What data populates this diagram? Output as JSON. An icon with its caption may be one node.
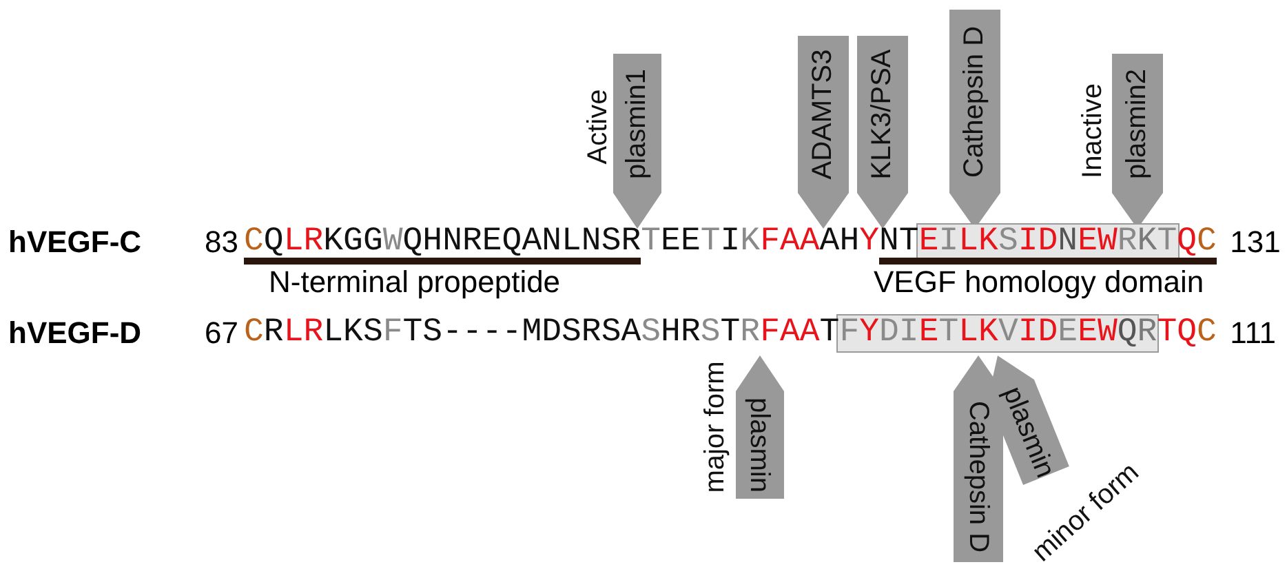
{
  "diagram": {
    "labels": [
      "Active",
      "plasmin1",
      "ADAMTS3",
      "KLK3/PSA",
      "Cathepsin D",
      "Inactive",
      "plasmin2",
      "hVEGF-C",
      "83",
      "CQLRKGGWQHNREQANLNSRTEETIKFAAAHYNTEILKSIDNEWRKTQC",
      "131",
      "N-terminal propeptide",
      "VEGF homology domain",
      "hVEGF-D",
      "67",
      "CRLRLKSFTS----MDSRSASHRSTRFAATFYDIETLKVIDEEWQRTQC",
      "111",
      "major form",
      "plasmin",
      "Cathepsin D",
      "plasmin",
      "minor form"
    ]
  }
}
